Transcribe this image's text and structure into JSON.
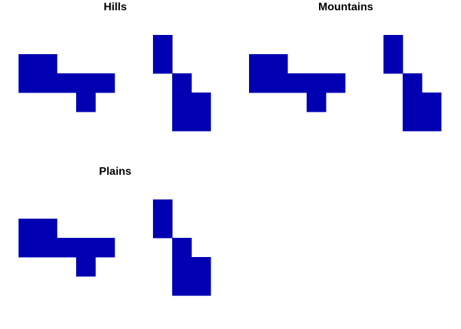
{
  "panels": [
    {
      "title": "Hills"
    },
    {
      "title": "Mountains"
    },
    {
      "title": "Plains"
    }
  ],
  "colors": {
    "fill": "#0000B2",
    "background": "#FFFFFF"
  },
  "shape": {
    "cell_rows": 5,
    "cell_cols": 10,
    "cells": [
      [
        1,
        0
      ],
      [
        1,
        1
      ],
      [
        2,
        0
      ],
      [
        2,
        1
      ],
      [
        2,
        2
      ],
      [
        2,
        3
      ],
      [
        2,
        4
      ],
      [
        3,
        3
      ],
      [
        0,
        7
      ],
      [
        1,
        7
      ],
      [
        2,
        8
      ],
      [
        3,
        8
      ],
      [
        3,
        9
      ],
      [
        4,
        8
      ],
      [
        4,
        9
      ]
    ]
  }
}
